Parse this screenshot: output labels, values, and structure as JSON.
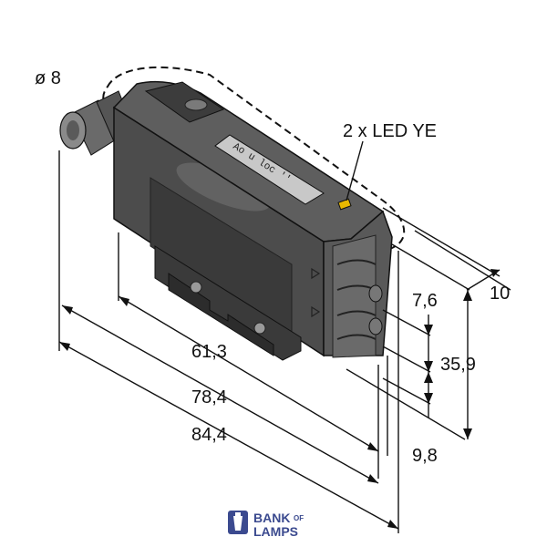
{
  "diagram": {
    "labels": {
      "diameter": "ø 8",
      "led_callout": "2 x LED YE",
      "dim_width": "10",
      "dim_top_pitch": "7,6",
      "dim_height": "35,9",
      "dim_bottom_pitch": "9,8",
      "dim_length_a": "61,3",
      "dim_length_b": "78,4",
      "dim_length_c": "84,4"
    },
    "display_text": "Ao  u  loc  ''",
    "logo": {
      "line1": "BANK",
      "line1_suffix": "OF",
      "line2": "LAMPS"
    },
    "colors": {
      "body": "#4a4a4a",
      "body_dark": "#2e2e2e",
      "body_light": "#6e6e6e",
      "line": "#111111",
      "led": "#e8b800",
      "logo": "#3b4a8f"
    }
  }
}
